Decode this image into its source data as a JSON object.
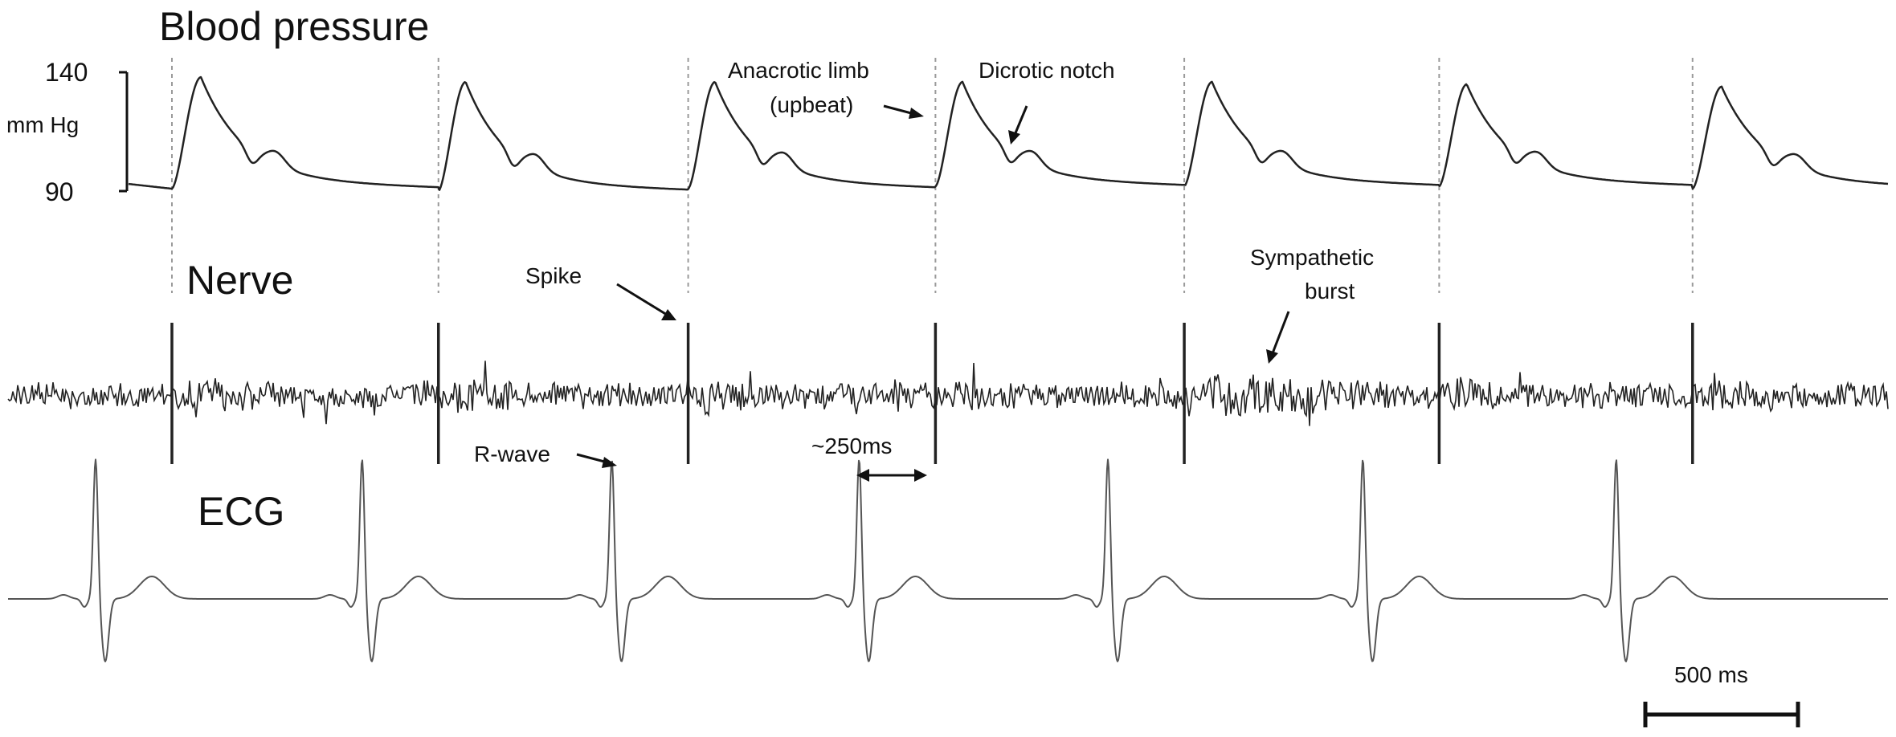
{
  "panels": {
    "blood_pressure": "Blood pressure",
    "nerve": "Nerve",
    "ecg": "ECG"
  },
  "axis": {
    "bp_high": "140",
    "bp_low": "90",
    "bp_unit": "mm Hg"
  },
  "annotations": {
    "anacrotic_line1": "Anacrotic limb",
    "anacrotic_line2": "(upbeat)",
    "dicrotic": "Dicrotic notch",
    "spike": "Spike",
    "sympathetic_line1": "Sympathetic",
    "sympathetic_line2": "burst",
    "r_wave": "R-wave",
    "delay": "~250ms",
    "scale_bar": "500 ms"
  },
  "colors": {
    "trace": "#222222",
    "ecg_trace": "#555555",
    "guide": "#9a9a9a"
  },
  "chart_data": {
    "type": "line",
    "x_unit": "ms",
    "scale_bar_ms": 500,
    "r_wave_to_spike_ms": 250,
    "beat_times_ms": [
      0,
      873,
      1691,
      2501,
      3316,
      4151,
      4981
    ],
    "blood_pressure": {
      "ylim": [
        90,
        140
      ],
      "beat_peaks_mmHg": [
        138,
        136,
        136,
        136,
        136,
        135,
        134
      ],
      "beat_troughs_mmHg": [
        91,
        90,
        91,
        92,
        92,
        92,
        91
      ]
    },
    "nerve": {
      "spike_times_ms": [
        0,
        873,
        1691,
        2501,
        3316,
        4151,
        4981
      ],
      "sympathetic_burst_time_ms": 3630
    },
    "ecg": {
      "r_wave_times_ms": [
        -250,
        623,
        1441,
        2251,
        3066,
        3901,
        4731
      ]
    }
  }
}
